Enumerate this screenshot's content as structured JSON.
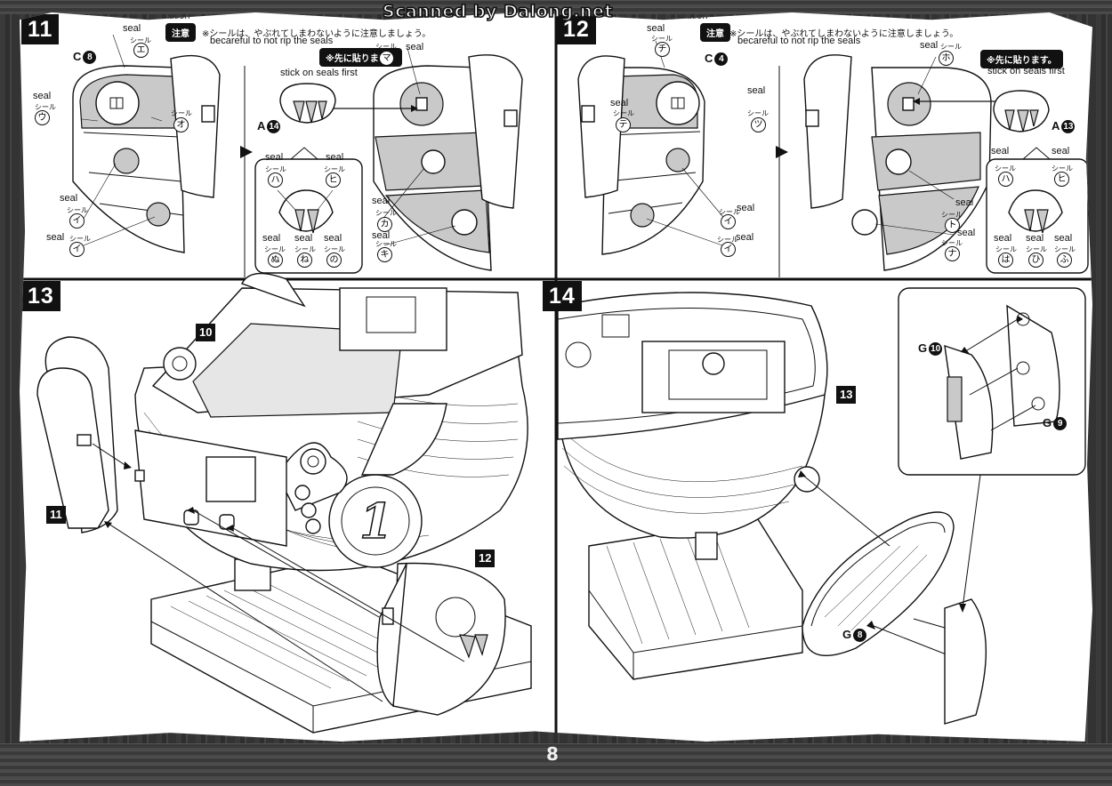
{
  "watermark": "Scanned by Dalong.net",
  "page_number": "8",
  "step11": {
    "number": "11",
    "caution_en": "caution",
    "caution_tag": "注意",
    "caution_jp": "※シールは、やぶれてしまわないように注意しましょう。",
    "caution_sub": "becareful to not rip the seals",
    "first_tag": "※先に貼ります。",
    "first_en": "stick on seals first",
    "part_c": "C",
    "part_c_num": "8",
    "part_a": "A",
    "part_a_num": "14",
    "seal_word": "seal",
    "seal_jp": "シール",
    "seals_left": [
      "エ",
      "ウ",
      "オ",
      "イ",
      "イ"
    ],
    "seals_right": [
      "マ",
      "カ",
      "キ"
    ],
    "seals_inset": [
      "ハ",
      "ヒ",
      "ぬ",
      "ね",
      "の"
    ]
  },
  "step12": {
    "number": "12",
    "caution_en": "caution",
    "caution_tag": "注意",
    "caution_jp": "※シールは、やぶれてしまわないように注意しましょう。",
    "caution_sub": "becareful to not rip the seals",
    "first_tag": "※先に貼ります。",
    "first_en": "stick on seals first",
    "part_c": "C",
    "part_c_num": "4",
    "part_a": "A",
    "part_a_num": "13",
    "seal_word": "seal",
    "seal_jp": "シール",
    "seals_left": [
      "チ",
      "テ",
      "ツ",
      "イ",
      "イ"
    ],
    "seals_right": [
      "ホ",
      "ト",
      "ナ"
    ],
    "seals_inset": [
      "ハ",
      "ヒ",
      "は",
      "ひ",
      "ふ"
    ]
  },
  "step13": {
    "number": "13",
    "ref_body": "10",
    "ref_left": "11",
    "ref_right": "12",
    "emblem": "1"
  },
  "step14": {
    "number": "14",
    "ref_body": "13",
    "part_g8": "G",
    "part_g8_num": "8",
    "part_g9": "G",
    "part_g9_num": "9",
    "part_g10": "G",
    "part_g10_num": "10"
  }
}
